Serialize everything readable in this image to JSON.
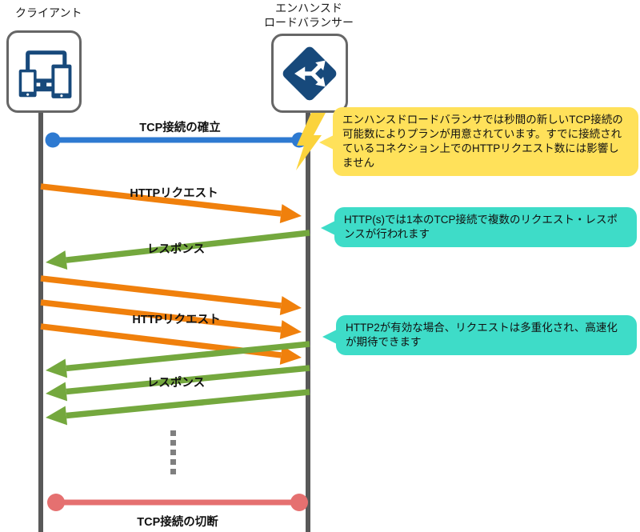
{
  "colors": {
    "navy": "#17497B",
    "line_gray": "#595959",
    "box_border": "#666666",
    "blue": "#2E7AD1",
    "orange": "#F0800C",
    "green": "#74A83E",
    "red": "#E57070",
    "teal": "#3EDCC8",
    "yellow": "#FFE15A",
    "bolt_yellow": "#FBD33C",
    "dots_gray": "#7F7F7F"
  },
  "actors": {
    "client": {
      "label": "クライアント"
    },
    "load_balancer": {
      "label_line1": "エンハンスド",
      "label_line2": "ロードバランサー"
    }
  },
  "messages": {
    "tcp_establish": "TCP接続の確立",
    "http_request_1": "HTTPリクエスト",
    "response_1": "レスポンス",
    "http_request_2": "HTTPリクエスト",
    "response_2": "レスポンス",
    "tcp_disconnect": "TCP接続の切断"
  },
  "callouts": {
    "tcp_plan": "エンハンスドロードバランサでは秒間の新しいTCP接続の可能数によりプランが用意されています。すでに接続されているコネクション上でのHTTPリクエスト数には影響しません",
    "http_keepalive": "HTTP(s)では1本のTCP接続で複数のリクエスト・レスポンスが行われます",
    "http2_multiplex": "HTTP2が有効な場合、リクエストは多重化され、高速化が期待できます"
  }
}
